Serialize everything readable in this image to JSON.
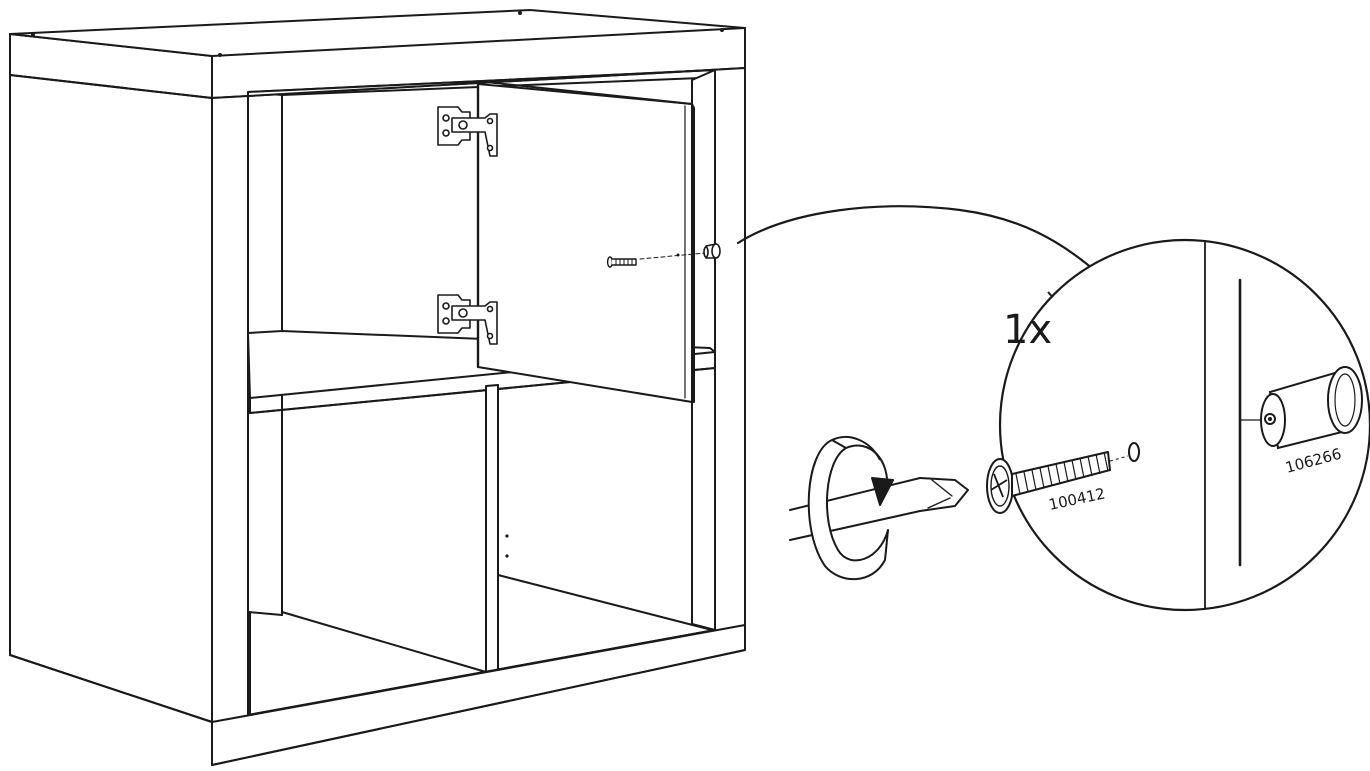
{
  "instruction_step": {
    "quantity": "1x",
    "parts": {
      "screw": "100412",
      "knob": "106266"
    }
  },
  "colors": {
    "line": "#1a1a1a",
    "fill": "#ffffff"
  }
}
